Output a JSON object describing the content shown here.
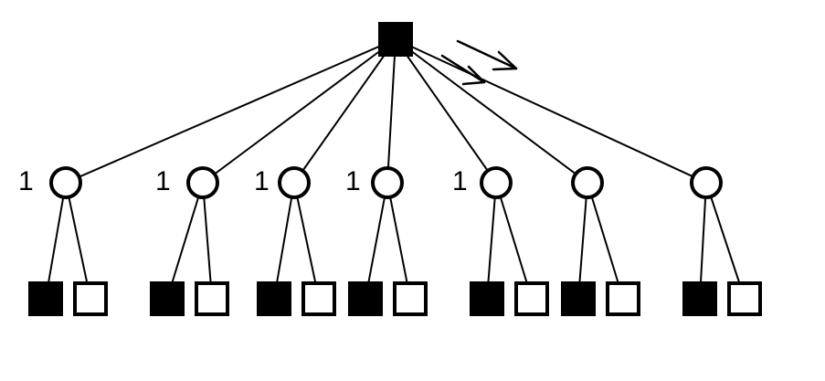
{
  "labels": {
    "c1": "1",
    "c2": "1",
    "c3": "1",
    "c4": "1",
    "c5": "1",
    "c6": "",
    "c7": ""
  },
  "colors": {
    "stroke": "#000000",
    "filled": "#000000",
    "open": "#ffffff",
    "background": "#ffffff"
  }
}
